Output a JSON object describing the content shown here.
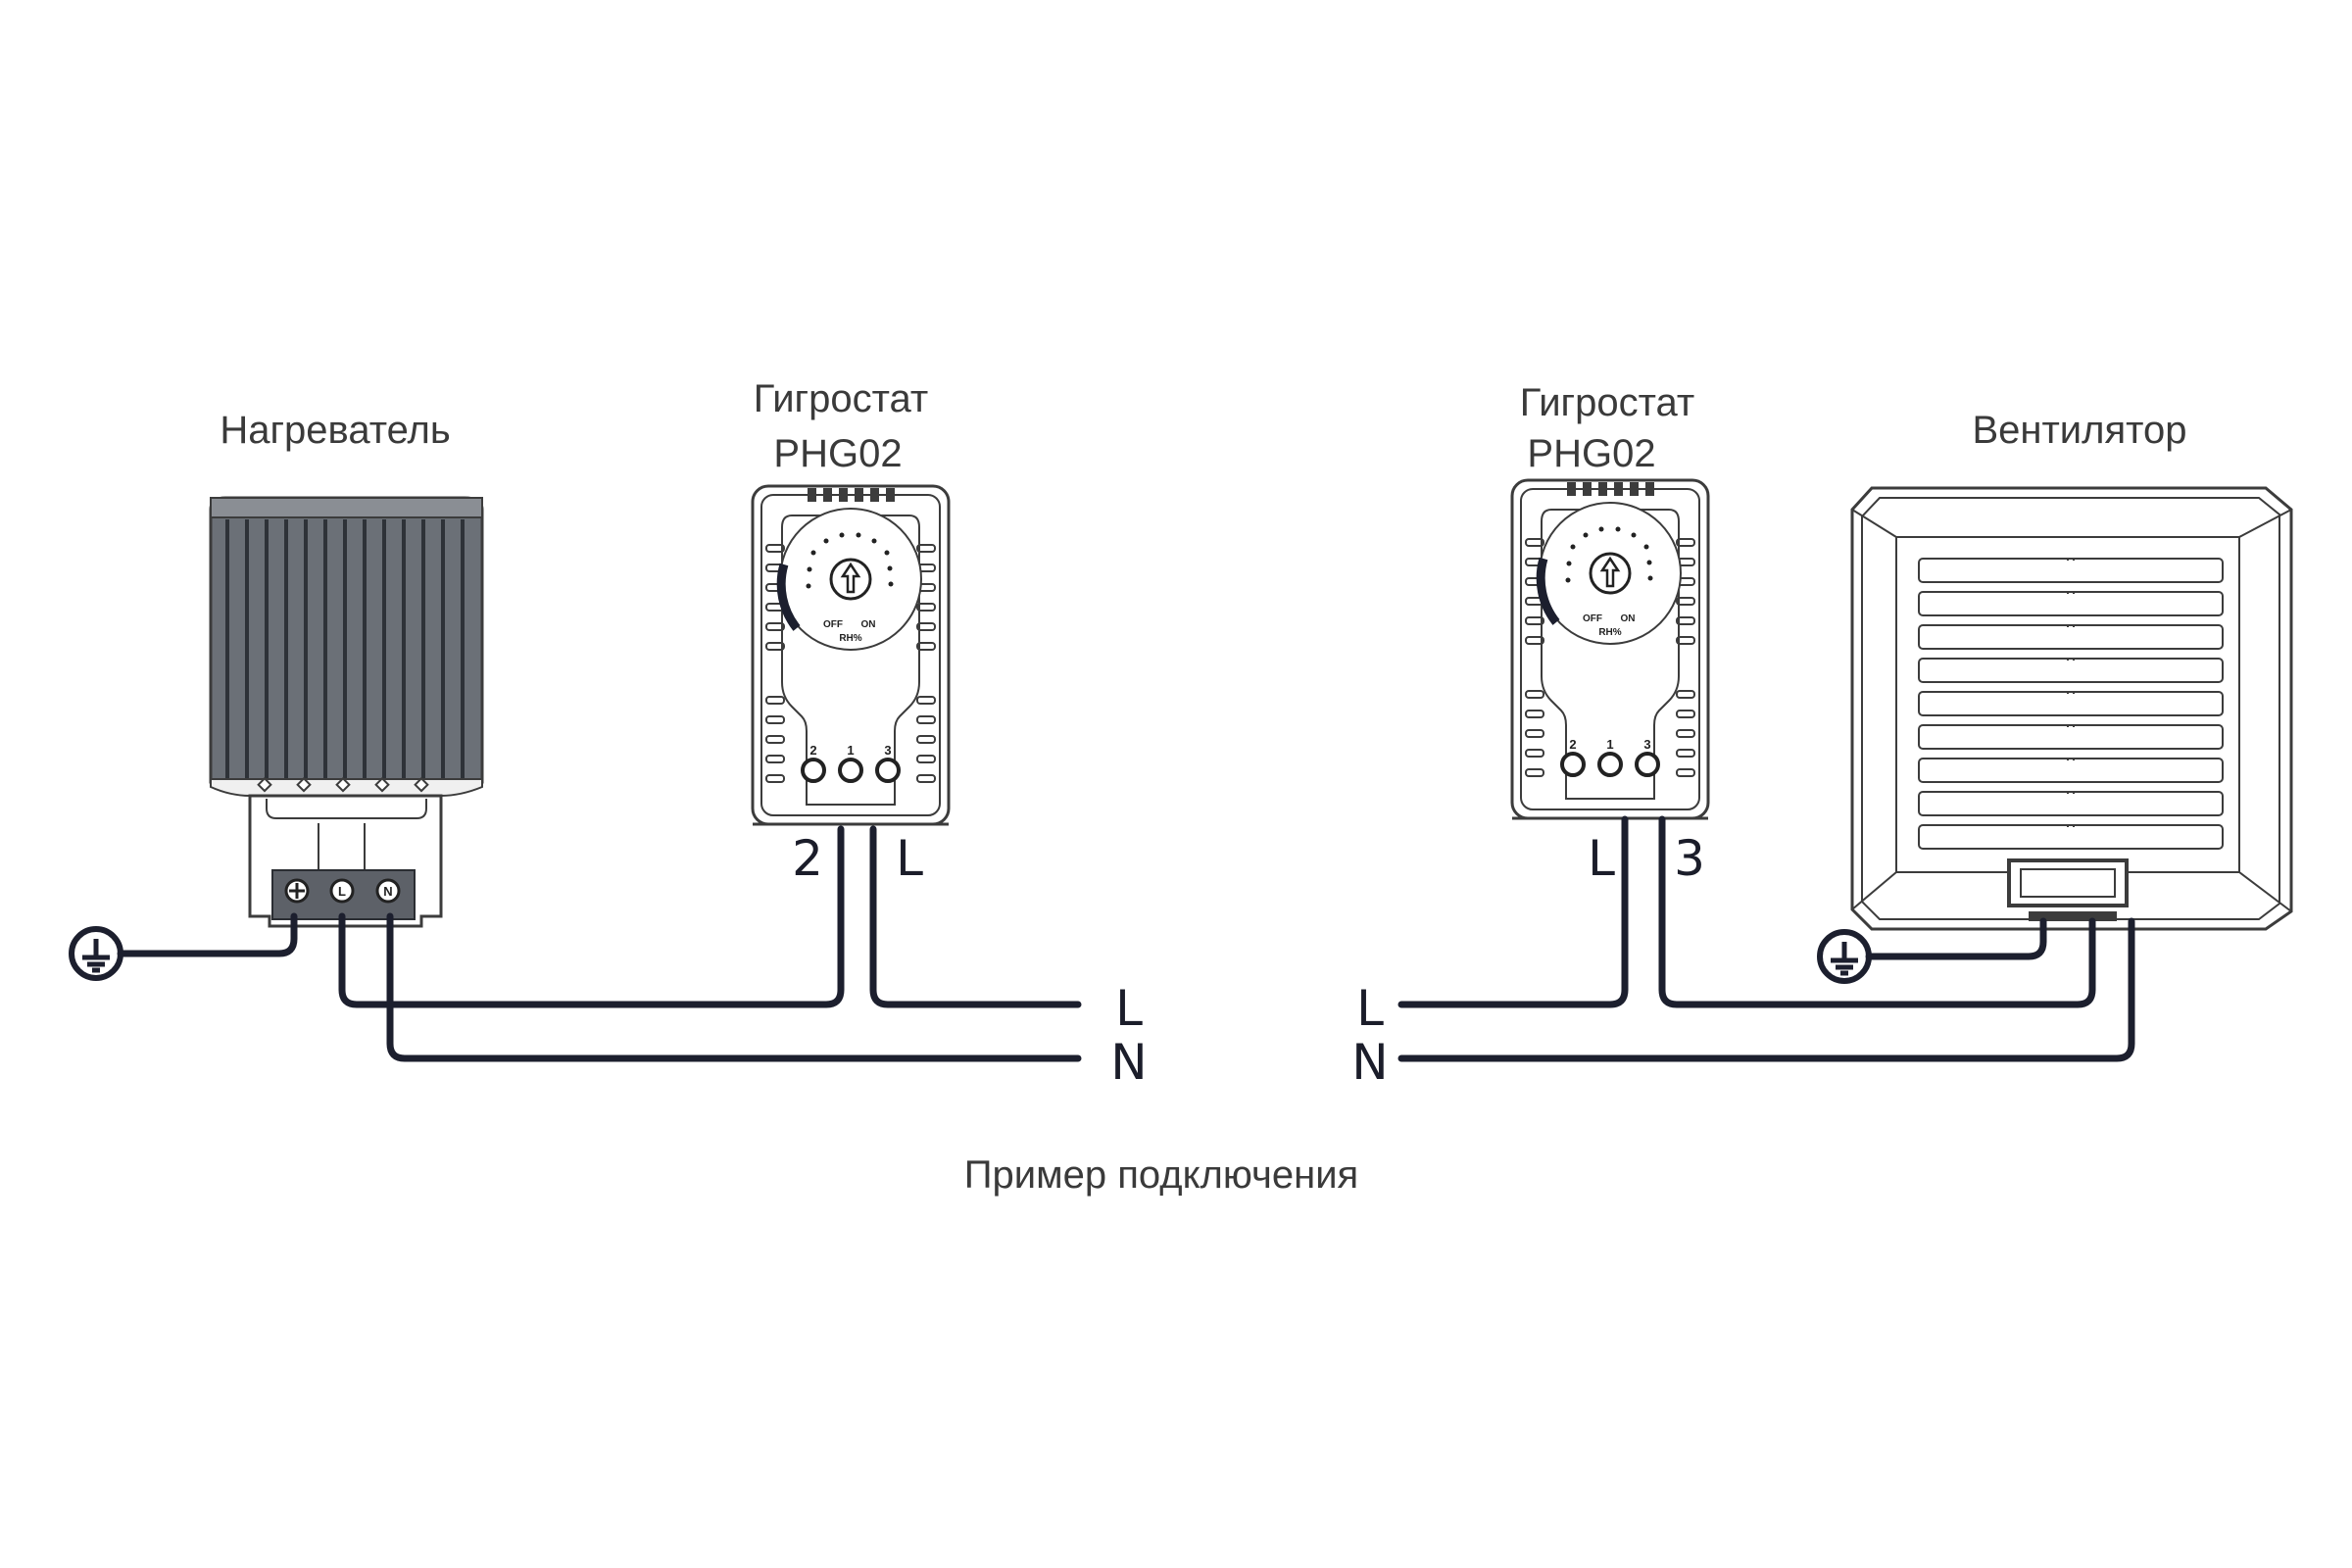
{
  "diagram": {
    "caption": "Пример подключения",
    "devices": {
      "heater": {
        "title": "Нагреватель"
      },
      "hygrostat_left": {
        "title_line1": "Гигростат",
        "title_line2": "PHG02",
        "terminal_left": "2",
        "terminal_right": "L"
      },
      "hygrostat_right": {
        "title_line1": "Гигростат",
        "title_line2": "PHG02",
        "terminal_left": "L",
        "terminal_right": "3"
      },
      "fan": {
        "title": "Вентилятор"
      }
    },
    "hygrostat_face": {
      "dial_off": "OFF",
      "dial_on": "ON",
      "dial_unit": "RH%",
      "terminals": [
        "2",
        "1",
        "3"
      ]
    },
    "wires": {
      "left_L": "L",
      "left_N": "N",
      "right_L": "L",
      "right_N": "N"
    }
  }
}
